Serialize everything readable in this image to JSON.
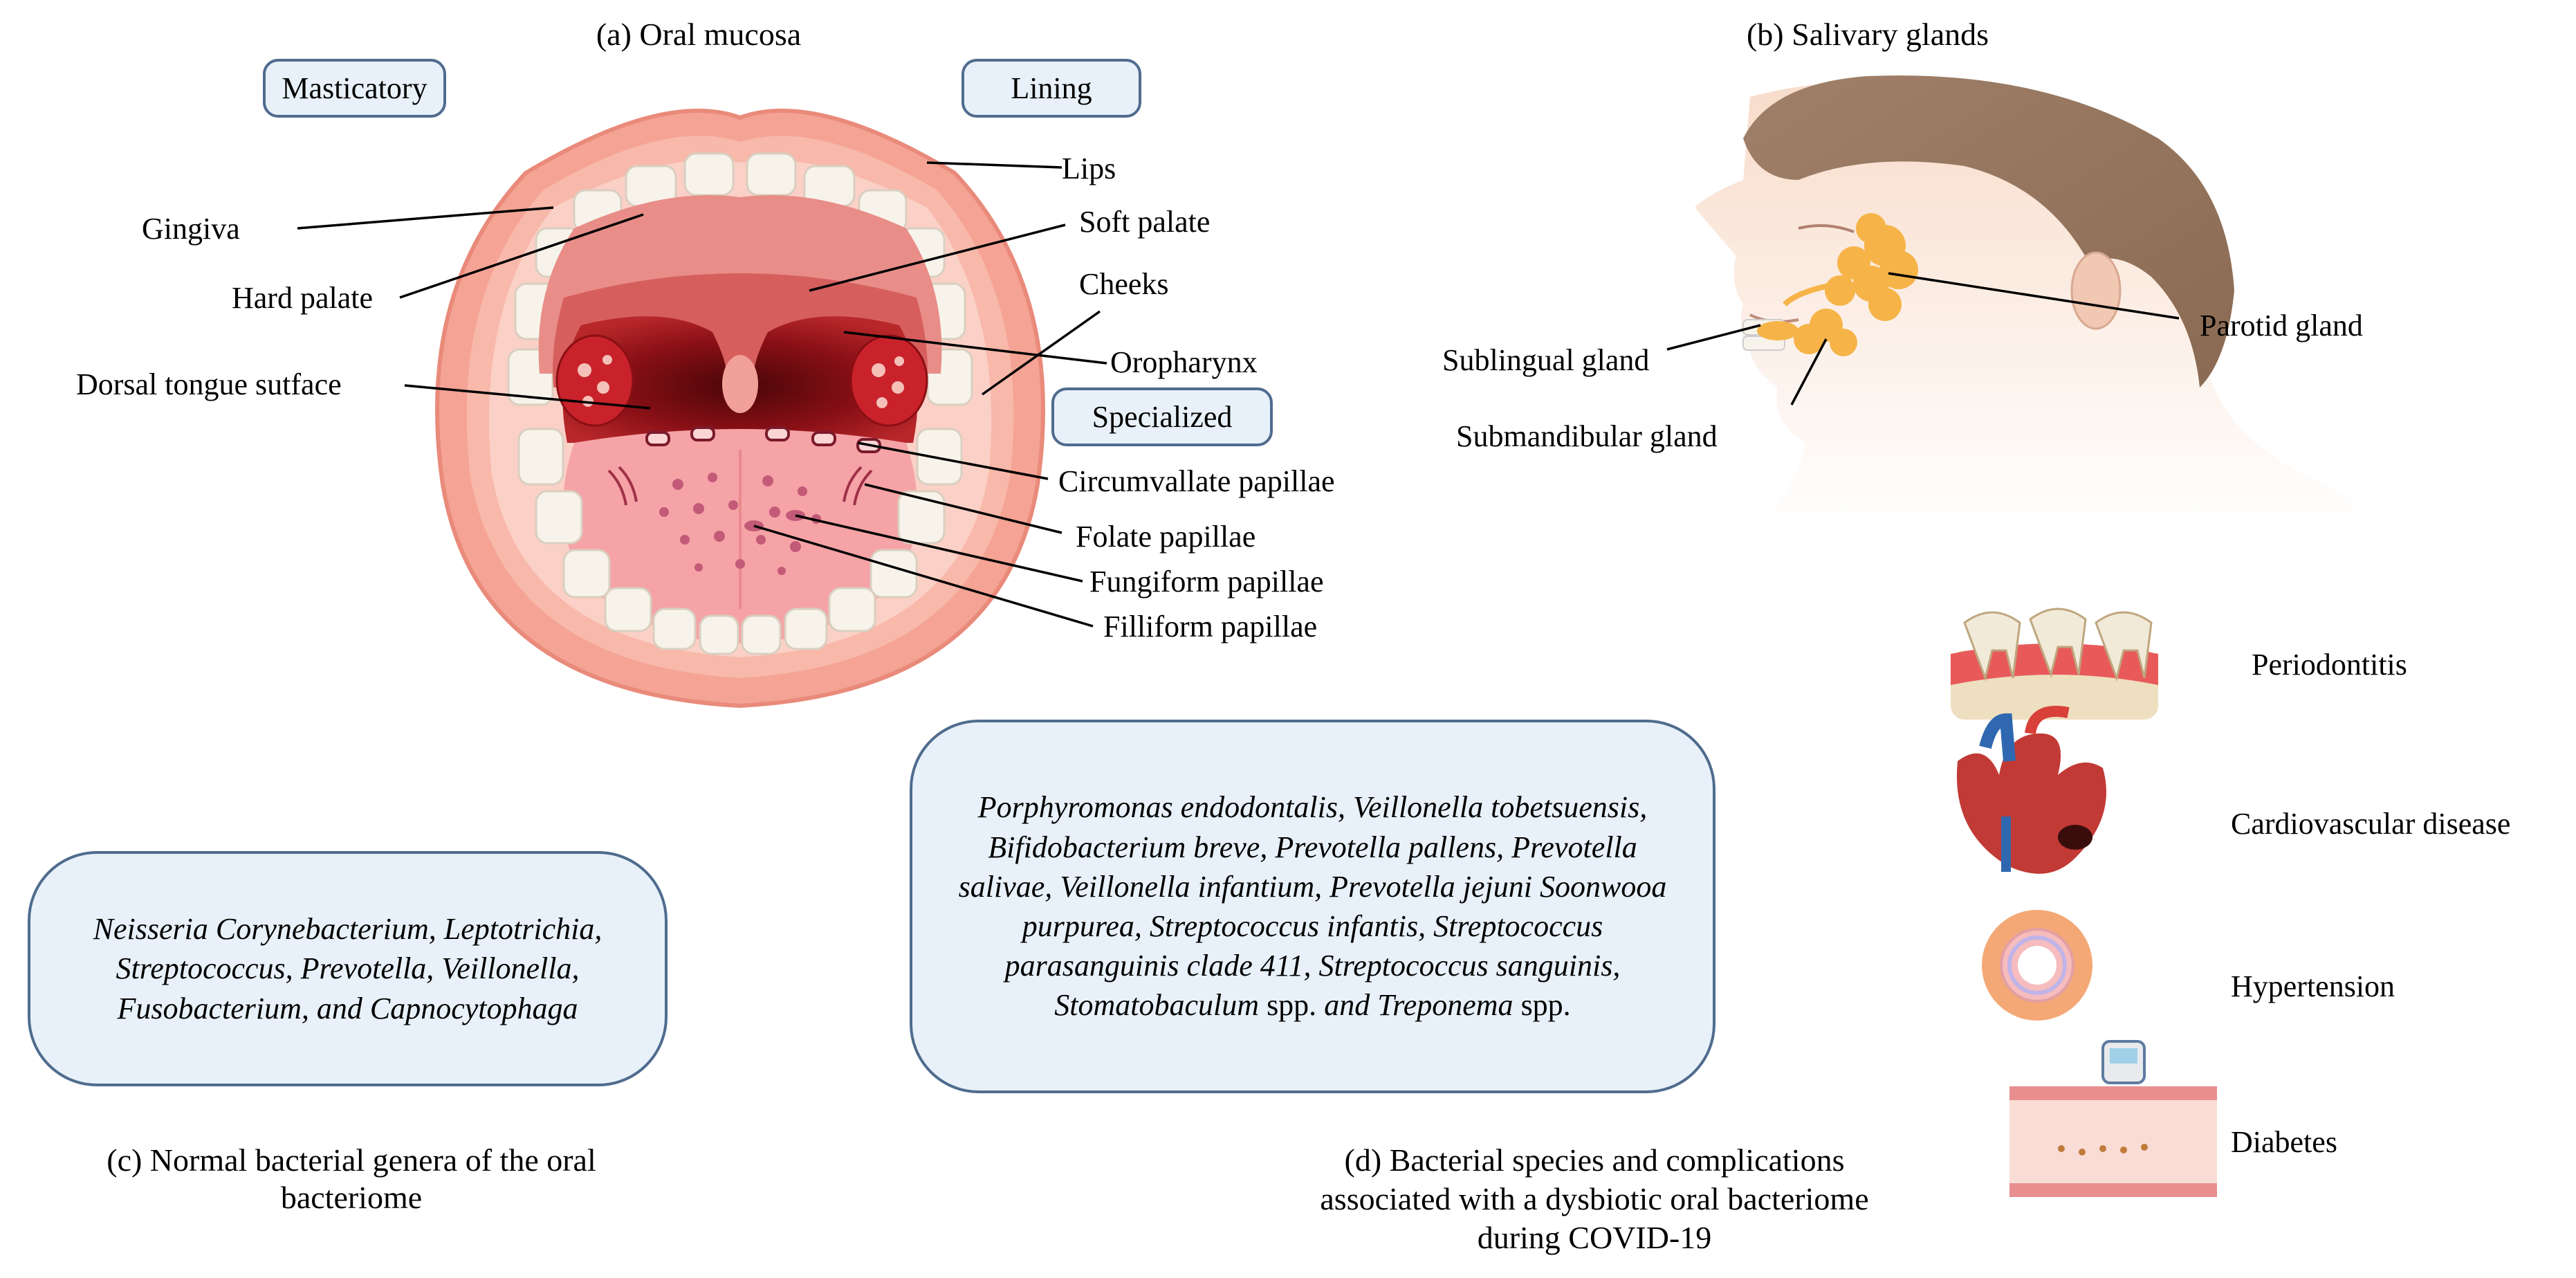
{
  "oral_mucosa": {
    "title": "(a) Oral mucosa",
    "type_masticatory": "Masticatory",
    "type_lining": "Lining",
    "type_specialized": "Specialized",
    "labels": {
      "gingiva": "Gingiva",
      "hard_palate": "Hard palate",
      "dorsal_tongue": "Dorsal tongue sutface",
      "lips": "Lips",
      "soft_palate": "Soft palate",
      "cheeks": "Cheeks",
      "oropharynx": "Oropharynx",
      "circumvallate": "Circumvallate papillae",
      "folate": "Folate papillae",
      "fungiform": "Fungiform papillae",
      "filliform": "Filliform papillae"
    }
  },
  "salivary_glands": {
    "title": "(b) Salivary glands",
    "parotid": "Parotid gland",
    "sublingual": "Sublingual gland",
    "submandibular": "Submandibular gland"
  },
  "normal_bacteria": {
    "text": "Neisseria  Corynebacterium, Leptotrichia, Streptococcus, Prevotella, Veillonella, Fusobacterium, and Capnocytophaga",
    "caption_line1": "(c) Normal bacterial genera of the oral",
    "caption_line2": "bacteriome"
  },
  "dysbiotic": {
    "text_part1": "Porphyromonas endodontalis, Veillonella tobetsuensis, Bifidobacterium breve, Prevotella pallens, Prevotella salivae, Veillonella infantium, Prevotella jejuni Soonwooa purpurea, Streptococcus infantis, Streptococcus parasanguinis clade 411, Streptococcus sanguinis, Stomatobaculum",
    "spp1": " spp.",
    "text_part2": " and Treponema",
    "spp2": " spp.",
    "caption_line1": "(d) Bacterial species and complications",
    "caption_line2": "associated with a dysbiotic oral bacteriome",
    "caption_line3": "during COVID-19"
  },
  "complications": [
    "Periodontitis",
    "Cardiovascular disease",
    "Hypertension",
    "Diabetes"
  ]
}
